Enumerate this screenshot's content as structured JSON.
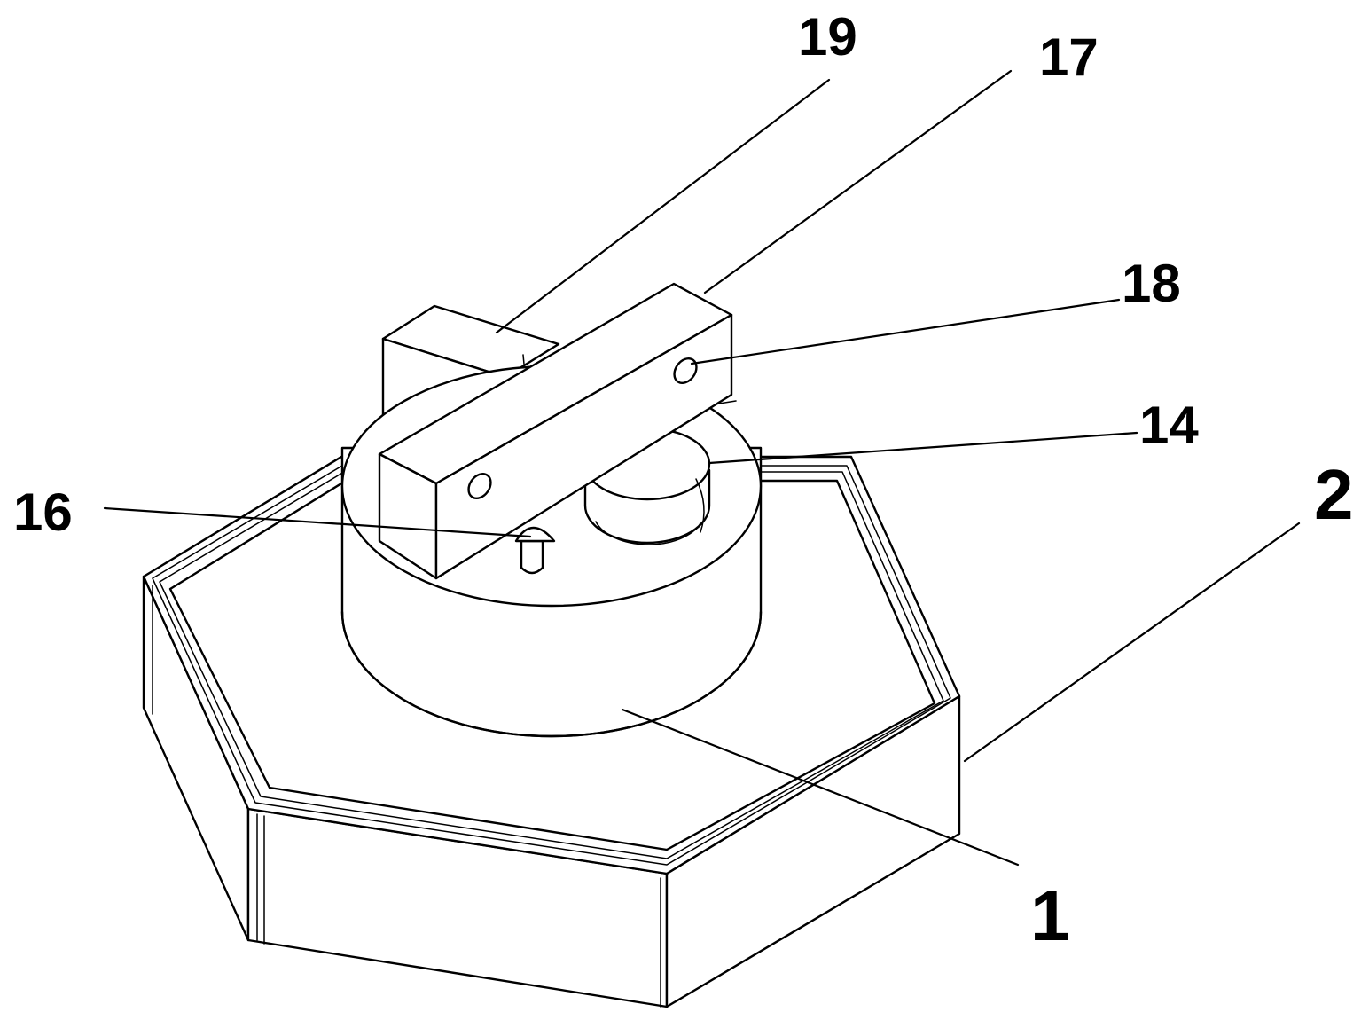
{
  "labels": {
    "base": "2",
    "body": "1",
    "clamp_bar": "17",
    "side_block": "19",
    "bar_hole": "18",
    "boss": "14",
    "pin": "16"
  }
}
